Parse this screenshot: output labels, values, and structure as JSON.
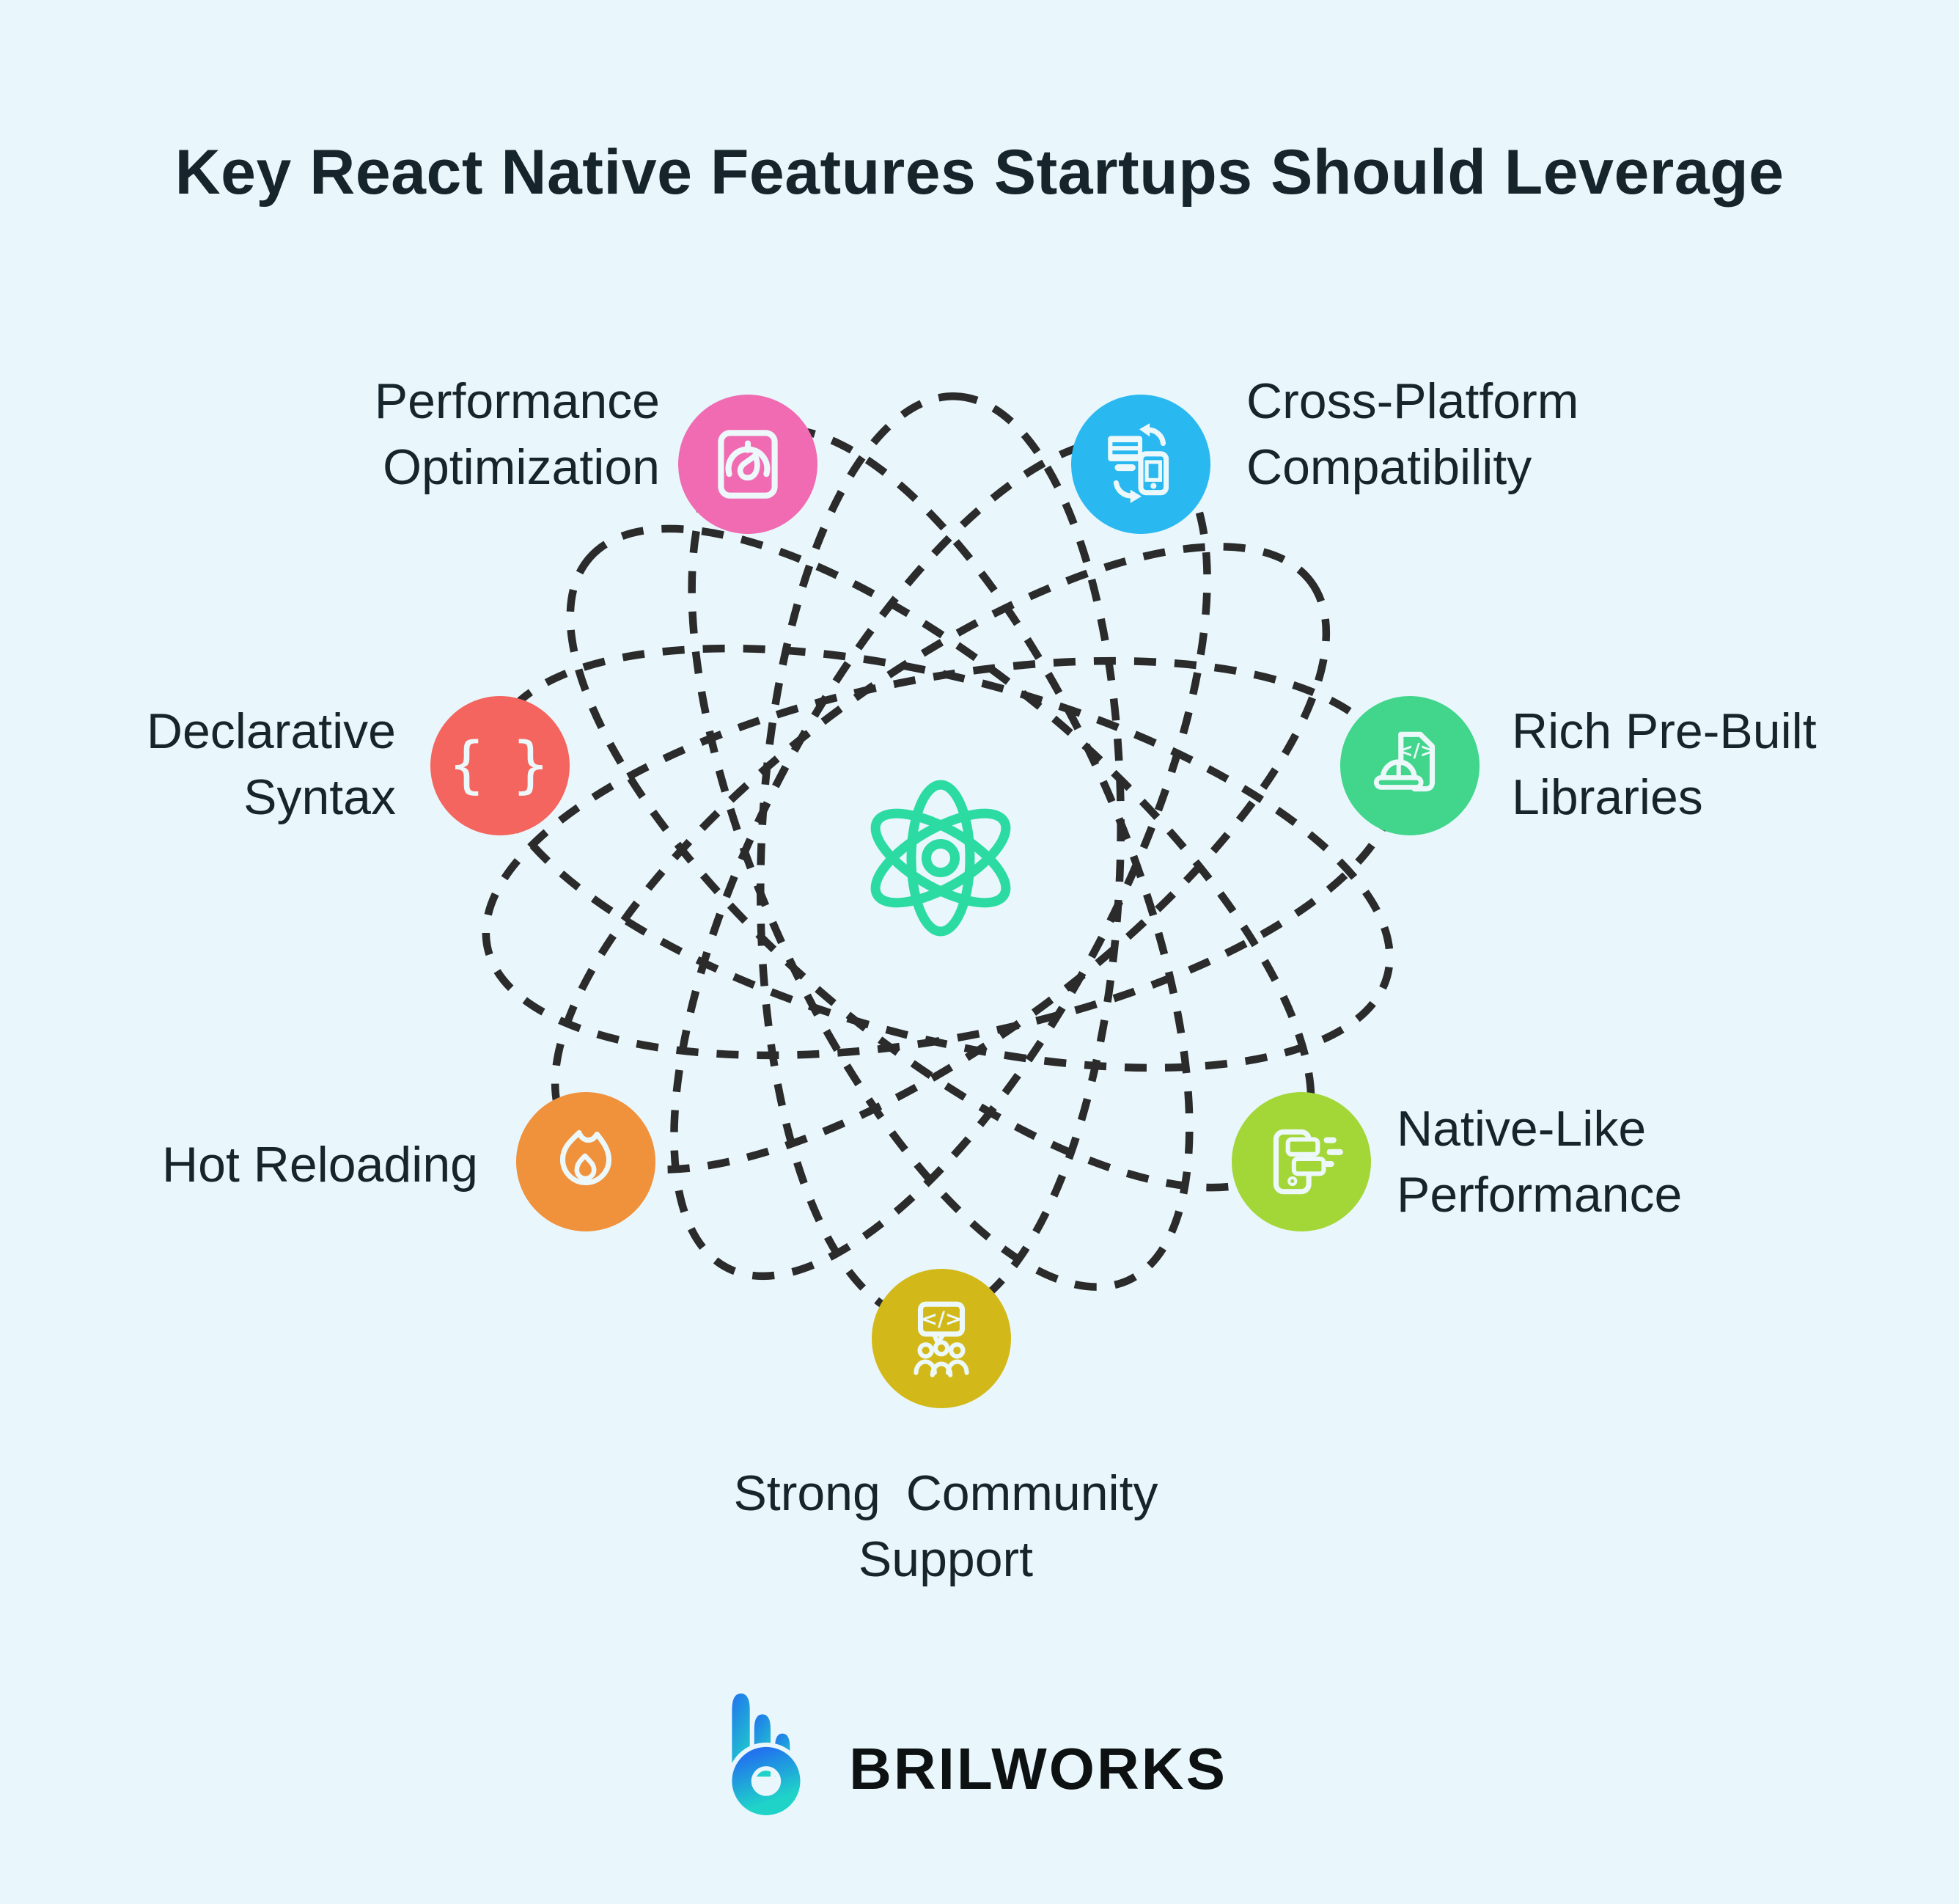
{
  "title": "Key React Native Features Startups Should Leverage",
  "colors": {
    "background": "#E9F7FC",
    "dash": "#2B2B2B",
    "text": "#16242B",
    "glyph_white": "#ECF8FA"
  },
  "center": {
    "icon": "react-atom-logo",
    "gradient_start": "#2CDBA2",
    "gradient_end": "#0EA6EE"
  },
  "features": [
    {
      "name": "performance-optimization",
      "line1": "Performance",
      "line2": "Optimization",
      "color": "#F06BB2",
      "icon": "speedometer-icon"
    },
    {
      "name": "cross-platform-compatibility",
      "line1": "Cross-Platform",
      "line2": "Compatibility",
      "color": "#2AB8F1",
      "icon": "device-sync-icon"
    },
    {
      "name": "declarative-syntax",
      "line1": "Declarative",
      "line2": "Syntax",
      "color": "#F4655F",
      "icon": "curly-braces-icon",
      "glyph": "{ }"
    },
    {
      "name": "rich-pre-built-libraries",
      "line1": "Rich Pre-Built",
      "line2": "Libraries",
      "color": "#41D68C",
      "icon": "code-file-helmet-icon",
      "glyph": "</>"
    },
    {
      "name": "hot-reloading",
      "line1": "Hot Reloading",
      "line2": "",
      "color": "#F0913C",
      "icon": "flame-icon"
    },
    {
      "name": "native-like-performance",
      "line1": "Native-Like",
      "line2": "Performance",
      "color": "#A3D637",
      "icon": "phone-speed-icon"
    },
    {
      "name": "strong-community-support",
      "line1": "Strong Community",
      "line2": "Support",
      "color": "#D2B919",
      "icon": "community-code-icon",
      "glyph": "</>"
    }
  ],
  "brand": {
    "wordmark": "BRILWORKS",
    "logo_icon": "brilworks-hand-b-logo",
    "gradient_start": "#2173EE",
    "gradient_end": "#1FD3C9"
  }
}
